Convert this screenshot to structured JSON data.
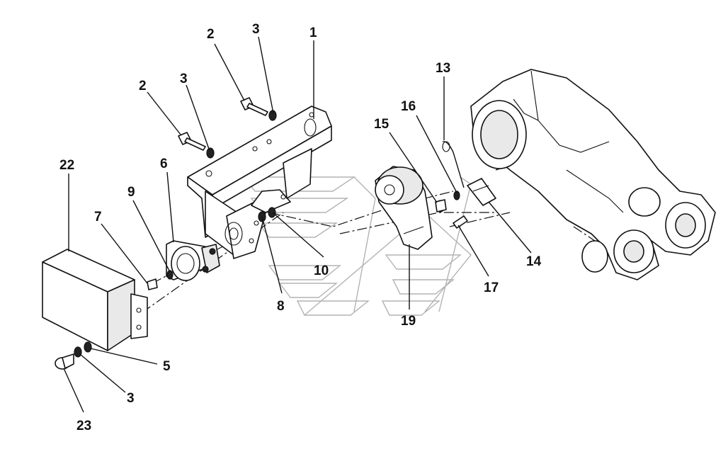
{
  "diagram": {
    "callouts": [
      "1",
      "2",
      "3",
      "2",
      "3",
      "6",
      "9",
      "7",
      "22",
      "5",
      "3",
      "23",
      "8",
      "10",
      "15",
      "16",
      "13",
      "14",
      "17",
      "19"
    ],
    "colors": {
      "line": "#111111",
      "background": "#ffffff",
      "watermark": "#9a9a9a"
    }
  }
}
